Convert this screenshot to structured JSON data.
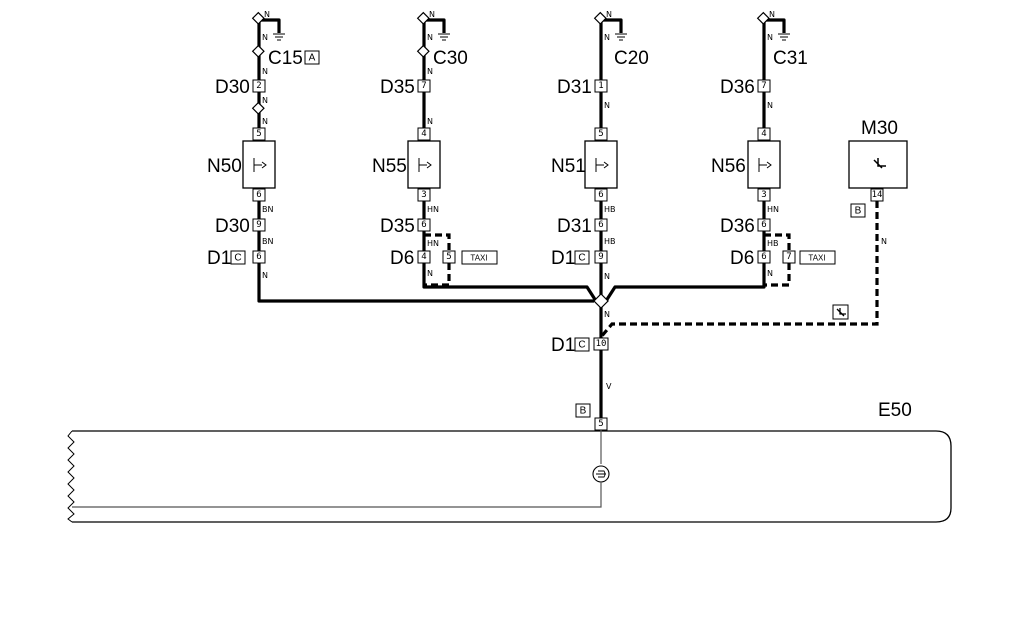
{
  "components": {
    "switches": [
      "N50",
      "N55",
      "N51",
      "N56"
    ],
    "motor": "M30",
    "ecu": "E50"
  },
  "connectors": {
    "c15": "C15",
    "c15_tag": "A",
    "c30": "C30",
    "c20": "C20",
    "c31": "C31",
    "d30": "D30",
    "d35": "D35",
    "d31": "D31",
    "d36": "D36",
    "d1": "D1",
    "d1_tag": "C",
    "d6": "D6",
    "b_tag": "B"
  },
  "pins": {
    "col1": [
      "2",
      "5",
      "6",
      "9",
      "6"
    ],
    "col2": [
      "7",
      "4",
      "3",
      "6",
      "4",
      "5"
    ],
    "col3": [
      "1",
      "5",
      "6",
      "6",
      "9"
    ],
    "col4": [
      "7",
      "4",
      "3",
      "6",
      "6",
      "7"
    ],
    "m30": "14",
    "d1_main": "10",
    "e50": "5"
  },
  "wire_codes": {
    "n": "N",
    "bn": "BN",
    "hn": "HN",
    "hb": "HB",
    "v": "V"
  },
  "labels": {
    "taxi": "TAXI"
  }
}
